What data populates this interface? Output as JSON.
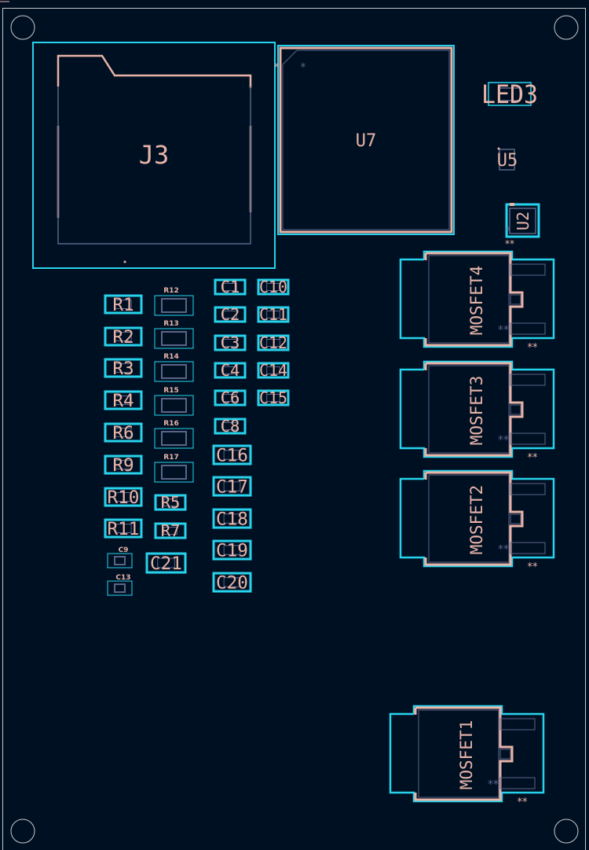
{
  "view": {
    "name": "PCB layout editor",
    "background": "#001023"
  },
  "colors": {
    "courtyard": "#27D3EC",
    "silkscreen": "#E8B4A8",
    "fabrication": "#5B6487",
    "edge_cuts": "#C9C9C9"
  },
  "components": {
    "J3": "J3",
    "U7": "U7",
    "LED3": "LED3",
    "U5": "U5",
    "U2": "U2",
    "R1": "R1",
    "R2": "R2",
    "R3": "R3",
    "R4": "R4",
    "R6": "R6",
    "R9": "R9",
    "R10": "R10",
    "R11": "R11",
    "R5": "R5",
    "R7": "R7",
    "R12": "R12",
    "R13": "R13",
    "R14": "R14",
    "R15": "R15",
    "R16": "R16",
    "R17": "R17",
    "C1": "C1",
    "C2": "C2",
    "C3": "C3",
    "C4": "C4",
    "C6": "C6",
    "C8": "C8",
    "C10": "C10",
    "C11": "C11",
    "C12": "C12",
    "C14": "C14",
    "C15": "C15",
    "C16": "C16",
    "C17": "C17",
    "C18": "C18",
    "C19": "C19",
    "C20": "C20",
    "C21": "C21",
    "C9": "C9",
    "C13": "C13",
    "MOSFET1": "MOSFET1",
    "MOSFET2": "MOSFET2",
    "MOSFET3": "MOSFET3",
    "MOSFET4": "MOSFET4"
  },
  "markers": {
    "pin1_star": "*",
    "double_star": "**"
  }
}
